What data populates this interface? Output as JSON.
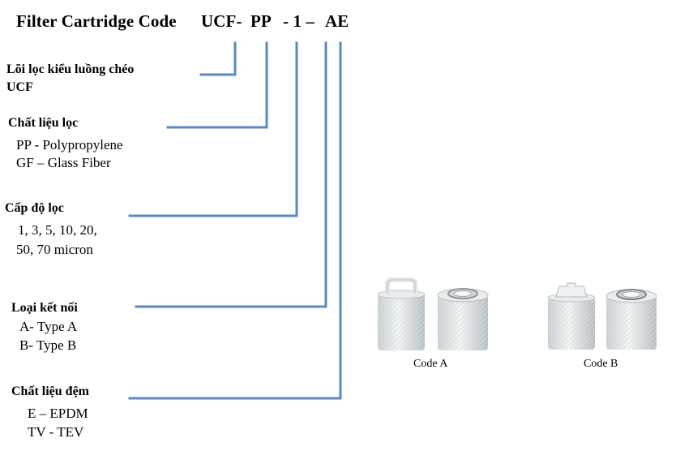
{
  "title": {
    "prefix": "Filter Cartridge Code",
    "code_ucf": "UCF-",
    "code_pp": "PP",
    "code_1": "- 1 –",
    "code_ae": "AE"
  },
  "sections": [
    {
      "label": "Lõi lọc kiểu luồng chéo",
      "label2": "UCF",
      "options": []
    },
    {
      "label": "Chất liệu lọc",
      "options": [
        "PP - Polypropylene",
        "GF – Glass Fiber"
      ]
    },
    {
      "label": "Cấp độ lọc",
      "options": [
        "1, 3, 5, 10, 20,",
        "50, 70  micron"
      ]
    },
    {
      "label": "Loại kết nối",
      "options": [
        "A-  Type A",
        "B-  Type B"
      ]
    },
    {
      "label": "Chất liệu đệm",
      "options": [
        "E – EPDM",
        "TV - TEV"
      ]
    }
  ],
  "images": [
    {
      "caption": "Code A"
    },
    {
      "caption": "Code B"
    }
  ],
  "colors": {
    "connector": "#5b87c7"
  }
}
